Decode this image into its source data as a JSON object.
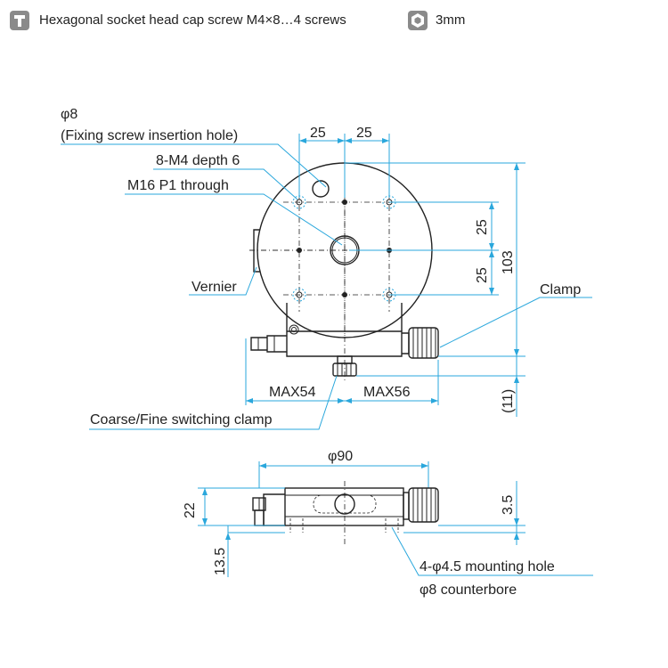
{
  "header": {
    "tool_icon": "hex-key-icon",
    "screw_text": "Hexagonal socket head cap screw M4×8…4 screws",
    "hex_icon": "hex-socket-icon",
    "hex_size": "3mm"
  },
  "top_view": {
    "fixing_hole_dia": "φ8",
    "fixing_hole_label": "(Fixing screw insertion hole)",
    "tapped_holes": "8-M4 depth 6",
    "center_hole": "M16 P1 through",
    "vernier": "Vernier",
    "clamp": "Clamp",
    "coarse_fine": "Coarse/Fine switching clamp",
    "dim_25_left": "25",
    "dim_25_right": "25",
    "dim_25_upper": "25",
    "dim_25_lower": "25",
    "dim_103": "103",
    "dim_11": "(11)",
    "max_left": "MAX54",
    "max_right": "MAX56"
  },
  "side_view": {
    "dia_90": "φ90",
    "dim_22": "22",
    "dim_3_5": "3.5",
    "dim_13_5": "13.5",
    "mounting_hole": "4-φ4.5 mounting hole",
    "counterbore": "φ8 counterbore"
  },
  "colors": {
    "dimension": "#2aa7dc",
    "outline": "#222222",
    "icon": "#8a8a8a"
  }
}
